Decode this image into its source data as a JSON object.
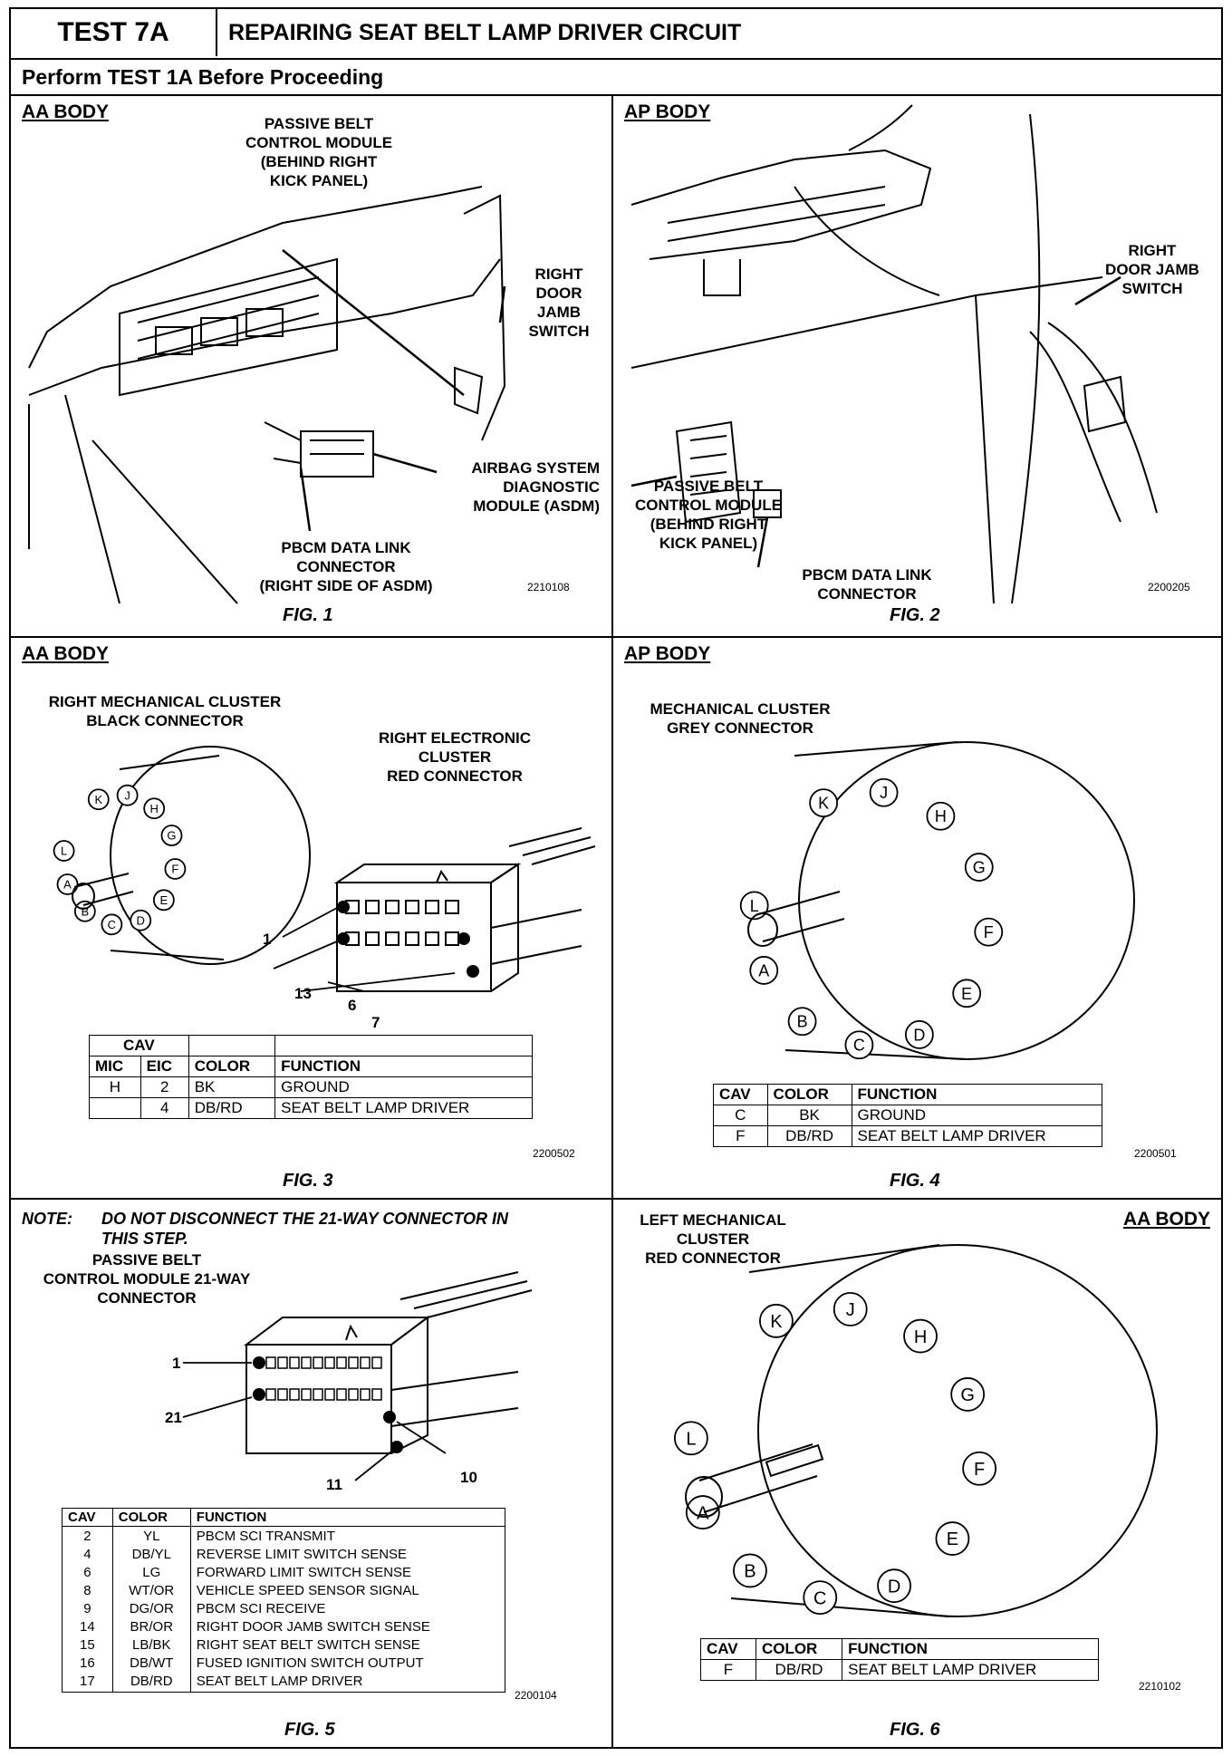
{
  "header": {
    "test_id": "TEST 7A",
    "title": "REPAIRING SEAT BELT LAMP DRIVER CIRCUIT",
    "subtitle": "Perform TEST 1A Before Proceeding"
  },
  "fig1": {
    "body": "AA BODY",
    "label_pbcm": [
      "PASSIVE BELT",
      "CONTROL MODULE",
      "(BEHIND RIGHT",
      "KICK PANEL)"
    ],
    "label_switch": [
      "RIGHT",
      "DOOR",
      "JAMB",
      "SWITCH"
    ],
    "label_asdm": [
      "AIRBAG SYSTEM",
      "DIAGNOSTIC",
      "MODULE (ASDM)"
    ],
    "label_datalink": [
      "PBCM DATA LINK",
      "CONNECTOR",
      "(RIGHT SIDE OF ASDM)"
    ],
    "code": "2210108",
    "caption": "FIG. 1"
  },
  "fig2": {
    "body": "AP BODY",
    "label_switch": [
      "RIGHT",
      "DOOR JAMB",
      "SWITCH"
    ],
    "label_pbcm": [
      "PASSIVE BELT",
      "CONTROL MODULE",
      "(BEHIND RIGHT",
      "KICK PANEL)"
    ],
    "label_datalink": [
      "PBCM DATA LINK",
      "CONNECTOR"
    ],
    "code": "2200205",
    "caption": "FIG. 2"
  },
  "fig3": {
    "body": "AA BODY",
    "label_black": [
      "RIGHT MECHANICAL CLUSTER",
      "BLACK CONNECTOR"
    ],
    "label_red": [
      "RIGHT ELECTRONIC",
      "CLUSTER",
      "RED CONNECTOR"
    ],
    "pins": [
      "K",
      "J",
      "H",
      "G",
      "F",
      "E",
      "D",
      "C",
      "B",
      "A",
      "L"
    ],
    "pin_numbers": [
      "1",
      "13",
      "6",
      "7"
    ],
    "table": {
      "group_header": "CAV",
      "headers": [
        "MIC",
        "EIC",
        "COLOR",
        "FUNCTION"
      ],
      "rows": [
        [
          "H",
          "2",
          "BK",
          "GROUND"
        ],
        [
          "",
          "4",
          "DB/RD",
          "SEAT BELT LAMP DRIVER"
        ]
      ]
    },
    "code": "2200502",
    "caption": "FIG. 3"
  },
  "fig4": {
    "body": "AP BODY",
    "label": [
      "MECHANICAL CLUSTER",
      "GREY CONNECTOR"
    ],
    "pins": [
      "K",
      "J",
      "H",
      "G",
      "F",
      "E",
      "D",
      "C",
      "B",
      "A",
      "L"
    ],
    "table": {
      "headers": [
        "CAV",
        "COLOR",
        "FUNCTION"
      ],
      "rows": [
        [
          "C",
          "BK",
          "GROUND"
        ],
        [
          "F",
          "DB/RD",
          "SEAT BELT LAMP DRIVER"
        ]
      ]
    },
    "code": "2200501",
    "caption": "FIG. 4"
  },
  "fig5": {
    "note_prefix": "NOTE:",
    "note_text": [
      "DO NOT DISCONNECT THE 21-WAY CONNECTOR IN",
      "THIS STEP."
    ],
    "label": [
      "PASSIVE BELT",
      "CONTROL MODULE 21-WAY",
      "CONNECTOR"
    ],
    "pin_numbers": [
      "1",
      "21",
      "10",
      "11"
    ],
    "table": {
      "headers": [
        "CAV",
        "COLOR",
        "FUNCTION"
      ],
      "rows": [
        [
          "2",
          "YL",
          "PBCM SCI TRANSMIT"
        ],
        [
          "4",
          "DB/YL",
          "REVERSE LIMIT SWITCH SENSE"
        ],
        [
          "6",
          "LG",
          "FORWARD LIMIT SWITCH SENSE"
        ],
        [
          "8",
          "WT/OR",
          "VEHICLE SPEED SENSOR SIGNAL"
        ],
        [
          "9",
          "DG/OR",
          "PBCM SCI RECEIVE"
        ],
        [
          "14",
          "BR/OR",
          "RIGHT DOOR JAMB SWITCH SENSE"
        ],
        [
          "15",
          "LB/BK",
          "RIGHT SEAT BELT SWITCH SENSE"
        ],
        [
          "16",
          "DB/WT",
          "FUSED IGNITION SWITCH OUTPUT"
        ],
        [
          "17",
          "DB/RD",
          "SEAT BELT LAMP DRIVER"
        ]
      ]
    },
    "code": "2200104",
    "caption": "FIG. 5"
  },
  "fig6": {
    "body": "AA BODY",
    "label": [
      "LEFT MECHANICAL",
      "CLUSTER",
      "RED CONNECTOR"
    ],
    "pins": [
      "K",
      "J",
      "H",
      "G",
      "F",
      "E",
      "D",
      "C",
      "B",
      "A",
      "L"
    ],
    "table": {
      "headers": [
        "CAV",
        "COLOR",
        "FUNCTION"
      ],
      "rows": [
        [
          "F",
          "DB/RD",
          "SEAT BELT LAMP DRIVER"
        ]
      ]
    },
    "code": "2210102",
    "caption": "FIG. 6"
  }
}
